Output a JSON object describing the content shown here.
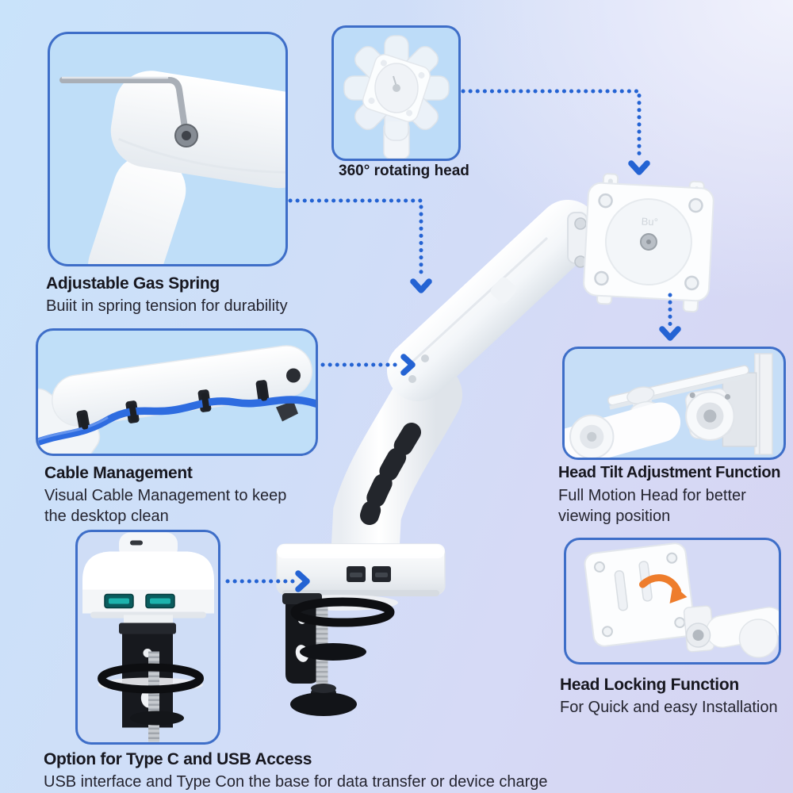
{
  "colors": {
    "accent_arrow_blue": "#2463d3",
    "callout_border_blue": "#3e6ec8",
    "cable_blue": "#2e6ce0",
    "usb_port_teal": "#1db3ad",
    "lock_arrow_orange": "#ee7d2c",
    "text_dark": "#17171f"
  },
  "callouts": {
    "gas_spring": {
      "title": "Adjustable Gas Spring",
      "description": "Buiit in spring tension for durability"
    },
    "rotating_head": {
      "label": "360° rotating head"
    },
    "cable_management": {
      "title": "Cable Management",
      "description": "Visual Cable Management to keep the desktop clean"
    },
    "head_tilt": {
      "title": "Head Tilt Adjustment Function",
      "description": "Full Motion Head for better viewing position"
    },
    "usb_access": {
      "title": "Option for Type C and USB Access",
      "description": "USB interface and Type Con the base for data transfer or device charge"
    },
    "head_lock": {
      "title": "Head Locking Function",
      "description": "For Quick and easy Installation"
    }
  }
}
